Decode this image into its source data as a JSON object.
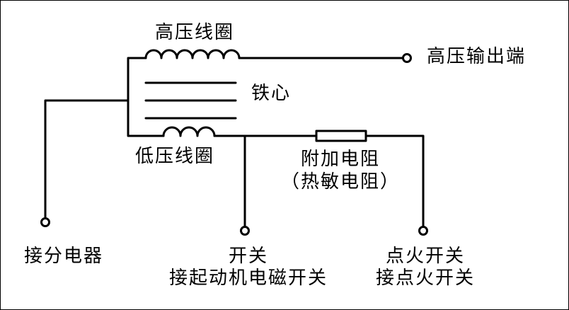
{
  "labels": {
    "hv_coil": "高压线圈",
    "hv_output": "高压输出端",
    "core": "铁心",
    "lv_coil": "低压线圈",
    "resistor_line1": "附加电阻",
    "resistor_line2": "（热敏电阻）",
    "distributor": "接分电器",
    "starter_line1": "开关",
    "starter_line2": "接起动机电磁开关",
    "ignition_line1": "点火开关",
    "ignition_line2": "接点火开关"
  },
  "colors": {
    "line": "#000000",
    "background": "#ffffff"
  }
}
